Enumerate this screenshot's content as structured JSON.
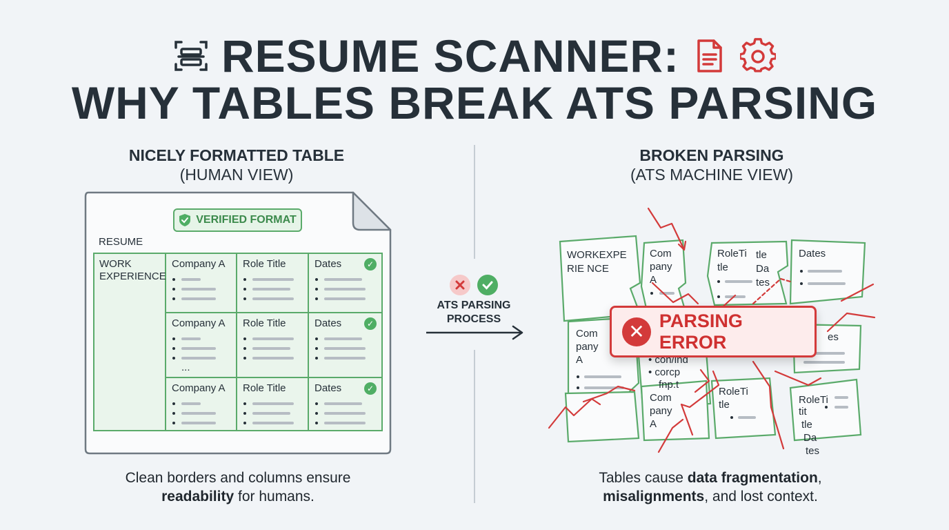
{
  "title": {
    "line1": "RESUME SCANNER:",
    "line2": "WHY TABLES BREAK ATS PARSING"
  },
  "icons": {
    "left": "scanner-icon",
    "doc": "document-icon",
    "gear": "gear-icon"
  },
  "colors": {
    "green": "#5aaa6a",
    "red": "#d33a3a",
    "text": "#263039",
    "background": "#f1f4f7"
  },
  "left": {
    "heading": "NICELY FORMATTED TABLE",
    "subheading": "(HUMAN VIEW)",
    "badge": "VERIFIED FORMAT",
    "resume_label": "RESUME",
    "section_label": "WORK\nEXPERIENCE",
    "rows": [
      {
        "company": "Company A",
        "role": "Role Title",
        "dates": "Dates",
        "extra": ""
      },
      {
        "company": "Company A",
        "role": "Role Title",
        "dates": "Dates",
        "extra": "..."
      },
      {
        "company": "Company A",
        "role": "Role Title",
        "dates": "Dates",
        "extra": ""
      }
    ],
    "caption_plain1": "Clean borders and columns ensure",
    "caption_bold": "readability",
    "caption_plain2": " for humans."
  },
  "middle": {
    "label_line1": "ATS PARSING",
    "label_line2": "PROCESS"
  },
  "right": {
    "heading": "BROKEN PARSING",
    "subheading": "(ATS MACHINE VIEW)",
    "error": "PARSING ERROR",
    "fragments": {
      "workexp": [
        "WORKEXPE",
        "RIE NCE"
      ],
      "company_top": [
        "Com",
        "pany",
        "A"
      ],
      "role_top": [
        "RoleTi",
        "tle"
      ],
      "datesplit": [
        "tle",
        "Da",
        "tes"
      ],
      "dates": "Dates",
      "company_mid": [
        "Com",
        "pany",
        "A"
      ],
      "garbled": [
        "• con/ind",
        "• corcp",
        "fnp.t"
      ],
      "es": "es",
      "company_bot": [
        "Com",
        "pany",
        "A"
      ],
      "role_bot": [
        "RoleTi",
        "tle"
      ],
      "role_right": [
        "RoleTi",
        "tit",
        "tle",
        "Da",
        "tes"
      ]
    },
    "caption_plain1": "Tables cause ",
    "caption_bold1": "data fragmentation",
    "caption_plain2": ",",
    "caption_bold2": "misalignments",
    "caption_plain3": ", and lost context."
  }
}
